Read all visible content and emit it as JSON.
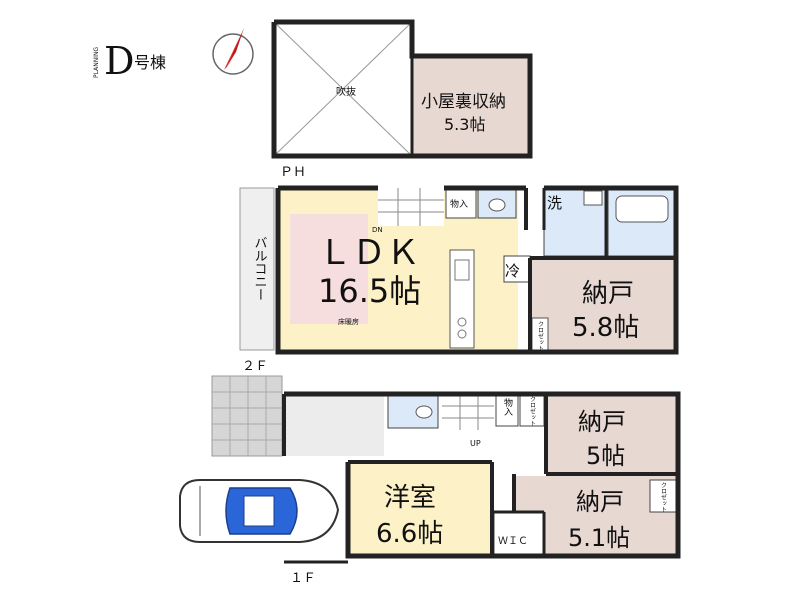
{
  "header": {
    "planning_text": "PLANNING",
    "building_letter": "D",
    "building_suffix": "号棟"
  },
  "colors": {
    "room_pink": "#e8d8d2",
    "stair_pink": "#f6dede",
    "floor_yellow": "#fdf2c7",
    "wet_blue": "#dce9f8",
    "wall": "#222222",
    "balcony": "#efefef",
    "entrance_gray": "#d6d6d6",
    "car_blue": "#2b66d9",
    "compass_red": "#e02020"
  },
  "floors": {
    "ph": {
      "label": "ＰＨ",
      "void_label": "吹抜",
      "attic_name": "小屋裏収納",
      "attic_size": "5.3帖"
    },
    "second": {
      "label": "２Ｆ",
      "ldk_name": "ＬＤＫ",
      "ldk_size": "16.5帖",
      "floor_heating": "床暖房",
      "storage_label": "物入",
      "laundry_label": "洗",
      "fridge_label": "冷",
      "nando_name": "納戸",
      "nando_size": "5.8帖",
      "closet_label": "クロゼット",
      "balcony_label": "バルコニー",
      "down_label": "DN"
    },
    "first": {
      "label": "１Ｆ",
      "storage_label": "物入",
      "closet_label_1": "クロゼット",
      "closet_label_2": "クロゼット",
      "up_label": "UP",
      "nando1_name": "納戸",
      "nando1_size": "5帖",
      "western_name": "洋室",
      "western_size": "6.6帖",
      "wic_label": "ＷＩＣ",
      "nando2_name": "納戸",
      "nando2_size": "5.1帖"
    }
  }
}
